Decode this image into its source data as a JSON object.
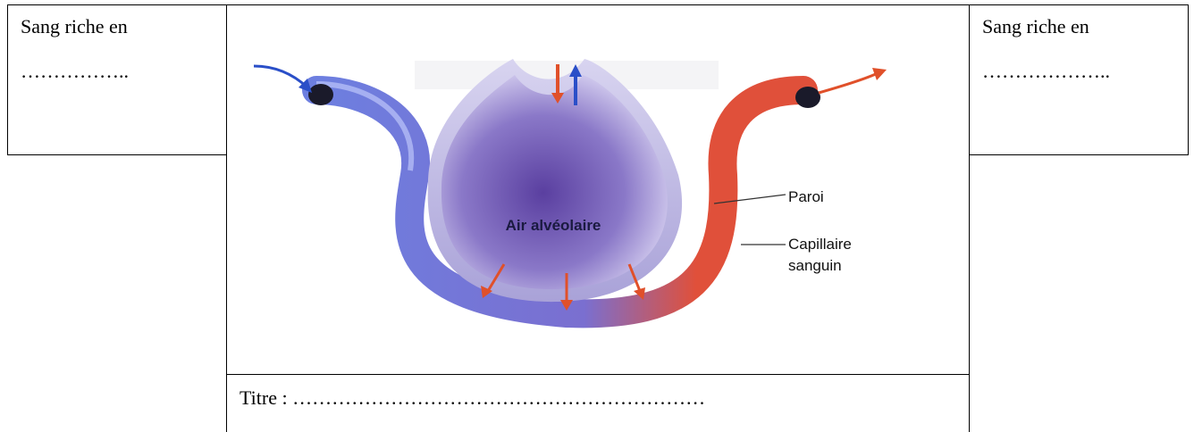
{
  "left_box": {
    "line1": "Sang riche en",
    "line2": "……………..",
    "color": "#000000"
  },
  "right_box": {
    "line1": "Sang riche en",
    "line2": "………………..",
    "color": "#000000"
  },
  "diagram": {
    "center_label": "Air alvéolaire",
    "label_wall": "Paroi",
    "label_capillary_1": "Capillaire",
    "label_capillary_2": "sanguin",
    "colors": {
      "deoxygenated_blood": "#6d7fe0",
      "oxygenated_blood": "#e0503a",
      "alveolus": "#8a78c8",
      "arrow_out": "#e0502a",
      "arrow_in": "#2a4fc8"
    }
  },
  "title_row": {
    "text": "Titre : ………………………………………………………"
  }
}
